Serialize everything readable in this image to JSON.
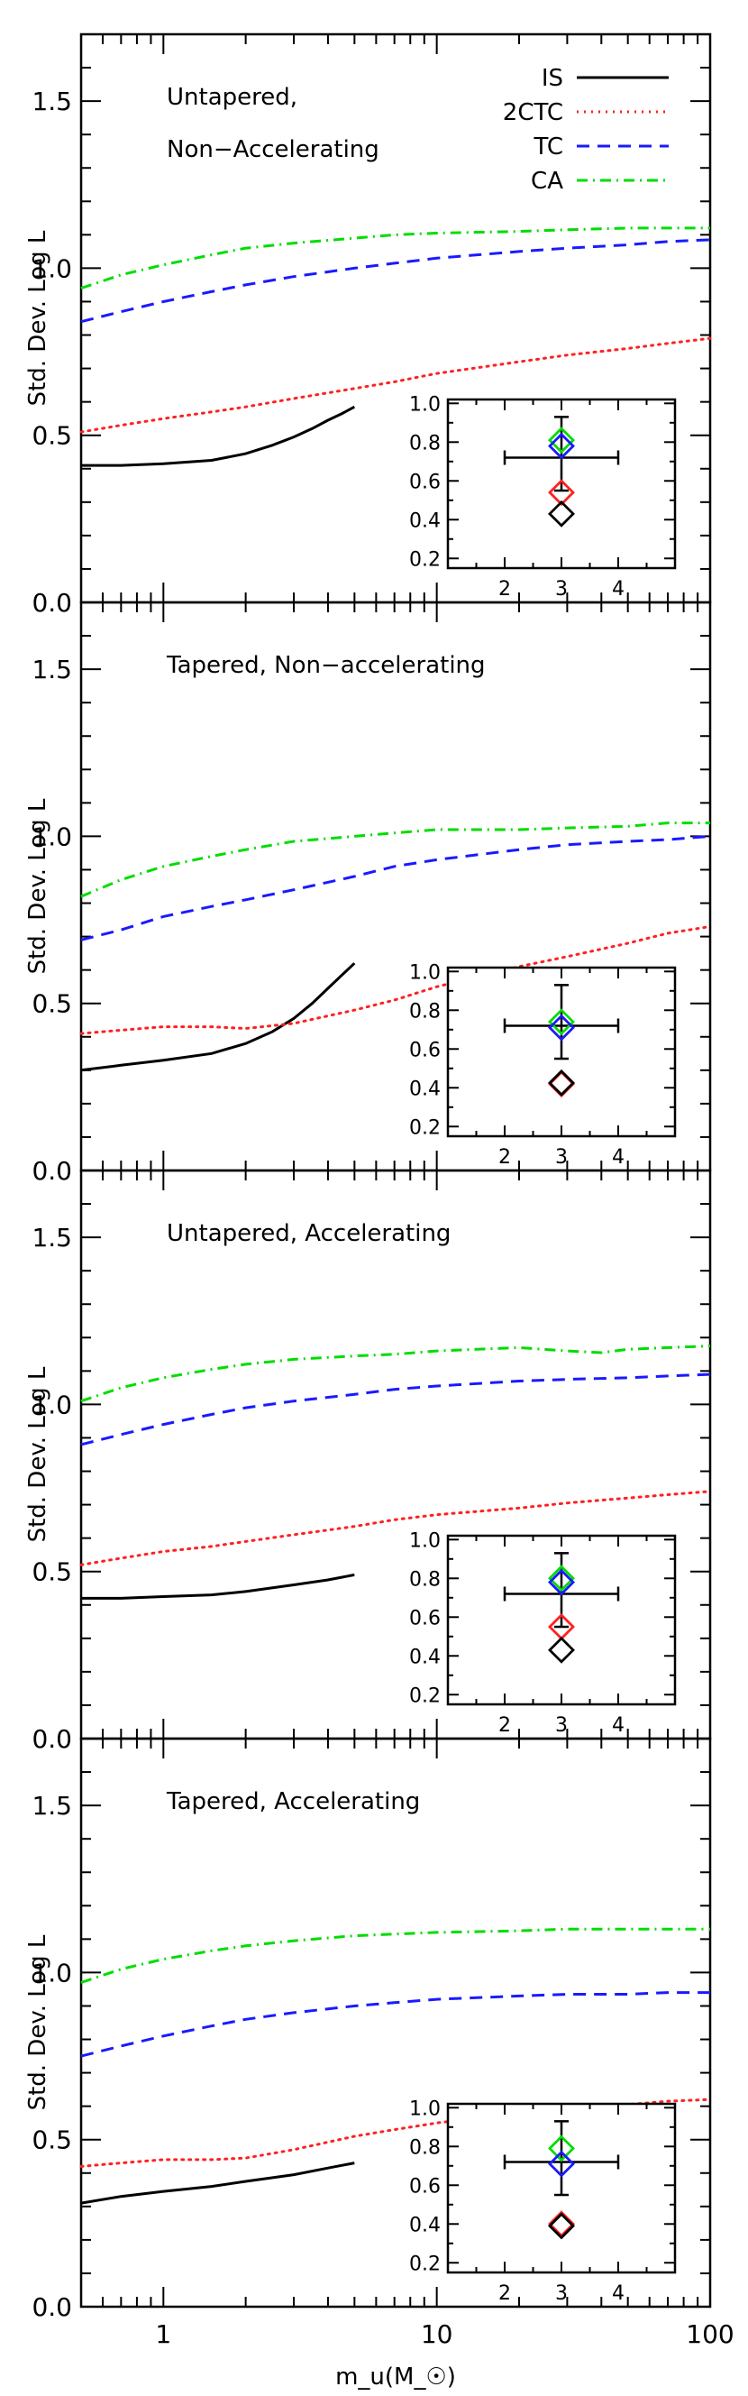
{
  "chart_data": {
    "type": "line",
    "xlabel": "m_u(M_☉)",
    "ylabel": "Std. Dev. Log L",
    "xscale": "log",
    "xlim": [
      0.5,
      100
    ],
    "ylim": [
      0,
      1.7
    ],
    "x_tick_labels": [
      {
        "value": 1,
        "label": "1"
      },
      {
        "value": 10,
        "label": "10"
      },
      {
        "value": 100,
        "label": "100"
      }
    ],
    "y_tick_labels": [
      {
        "value": 0.0,
        "label": "0.0"
      },
      {
        "value": 0.5,
        "label": "0.5"
      },
      {
        "value": 1.0,
        "label": "1.0"
      },
      {
        "value": 1.5,
        "label": "1.5"
      }
    ],
    "legend": {
      "placement": "top-right",
      "entries": [
        {
          "series": "IS",
          "label": "IS",
          "color": "#000000",
          "style": "solid"
        },
        {
          "series": "2CTC",
          "label": "2CTC",
          "color": "#ff2020",
          "style": "dotted"
        },
        {
          "series": "TC",
          "label": "TC",
          "color": "#1a1aff",
          "style": "dashed"
        },
        {
          "series": "CA",
          "label": "CA",
          "color": "#00dd00",
          "style": "dashdot"
        }
      ]
    },
    "inset": {
      "xlim": [
        1,
        5
      ],
      "ylim": [
        0.15,
        1.02
      ],
      "x_ticks": [
        {
          "value": 2,
          "label": "2"
        },
        {
          "value": 3,
          "label": "3"
        },
        {
          "value": 4,
          "label": "4"
        }
      ],
      "y_ticks": [
        {
          "value": 0.2,
          "label": "0.2"
        },
        {
          "value": 0.4,
          "label": "0.4"
        },
        {
          "value": 0.6,
          "label": "0.6"
        },
        {
          "value": 0.8,
          "label": "0.8"
        },
        {
          "value": 1.0,
          "label": "1.0"
        }
      ]
    },
    "panels": [
      {
        "title_lines": [
          "Untapered,",
          "Non−Accelerating"
        ],
        "show_legend": true,
        "series": [
          {
            "name": "IS",
            "x": [
              0.5,
              0.7,
              1.0,
              1.5,
              2.0,
              2.5,
              3.0,
              3.5,
              4.0,
              4.5,
              5.0
            ],
            "y": [
              0.41,
              0.41,
              0.415,
              0.425,
              0.445,
              0.47,
              0.495,
              0.52,
              0.545,
              0.565,
              0.585
            ]
          },
          {
            "name": "2CTC",
            "x": [
              0.5,
              0.7,
              1.0,
              1.5,
              2.0,
              3.0,
              5.0,
              7.0,
              10.0,
              20.0,
              30.0,
              50.0,
              70.0,
              100.0
            ],
            "y": [
              0.51,
              0.53,
              0.55,
              0.57,
              0.585,
              0.61,
              0.64,
              0.66,
              0.685,
              0.72,
              0.74,
              0.76,
              0.775,
              0.79
            ]
          },
          {
            "name": "TC",
            "x": [
              0.5,
              0.7,
              1.0,
              1.5,
              2.0,
              3.0,
              5.0,
              7.0,
              10.0,
              20.0,
              30.0,
              50.0,
              70.0,
              100.0
            ],
            "y": [
              0.84,
              0.87,
              0.9,
              0.93,
              0.95,
              0.975,
              1.0,
              1.015,
              1.03,
              1.05,
              1.06,
              1.07,
              1.08,
              1.085
            ]
          },
          {
            "name": "CA",
            "x": [
              0.5,
              0.7,
              1.0,
              1.5,
              2.0,
              3.0,
              5.0,
              7.0,
              10.0,
              20.0,
              30.0,
              50.0,
              70.0,
              100.0
            ],
            "y": [
              0.94,
              0.98,
              1.01,
              1.04,
              1.06,
              1.075,
              1.09,
              1.1,
              1.105,
              1.11,
              1.115,
              1.12,
              1.12,
              1.12
            ]
          }
        ],
        "inset_points": {
          "x": 3,
          "values": [
            {
              "series": "CA",
              "color": "#00dd00",
              "y": 0.81
            },
            {
              "series": "TC",
              "color": "#1a1aff",
              "y": 0.78
            },
            {
              "series": "2CTC",
              "color": "#ff2020",
              "y": 0.54
            },
            {
              "series": "IS",
              "color": "#000000",
              "y": 0.43
            }
          ],
          "errorbar": {
            "x": 3,
            "y": 0.72,
            "xerr": [
              2.0,
              4.0
            ],
            "yerr": [
              0.55,
              0.93
            ]
          }
        }
      },
      {
        "title_lines": [
          "Tapered, Non−accelerating"
        ],
        "show_legend": false,
        "series": [
          {
            "name": "IS",
            "x": [
              0.5,
              0.7,
              1.0,
              1.5,
              2.0,
              2.5,
              3.0,
              3.5,
              4.0,
              4.5,
              5.0
            ],
            "y": [
              0.3,
              0.315,
              0.33,
              0.35,
              0.38,
              0.415,
              0.455,
              0.5,
              0.545,
              0.585,
              0.62
            ]
          },
          {
            "name": "2CTC",
            "x": [
              0.5,
              0.7,
              1.0,
              1.5,
              2.0,
              3.0,
              5.0,
              7.0,
              10.0,
              20.0,
              30.0,
              50.0,
              70.0,
              100.0
            ],
            "y": [
              0.41,
              0.42,
              0.43,
              0.43,
              0.425,
              0.44,
              0.48,
              0.51,
              0.55,
              0.61,
              0.64,
              0.68,
              0.71,
              0.73
            ]
          },
          {
            "name": "TC",
            "x": [
              0.5,
              0.7,
              1.0,
              1.5,
              2.0,
              3.0,
              5.0,
              7.0,
              10.0,
              20.0,
              30.0,
              50.0,
              70.0,
              100.0
            ],
            "y": [
              0.69,
              0.72,
              0.76,
              0.79,
              0.81,
              0.84,
              0.88,
              0.91,
              0.93,
              0.96,
              0.975,
              0.985,
              0.99,
              1.0
            ]
          },
          {
            "name": "CA",
            "x": [
              0.5,
              0.7,
              1.0,
              1.5,
              2.0,
              3.0,
              5.0,
              7.0,
              10.0,
              20.0,
              30.0,
              50.0,
              70.0,
              100.0
            ],
            "y": [
              0.82,
              0.87,
              0.91,
              0.94,
              0.96,
              0.985,
              1.0,
              1.01,
              1.02,
              1.02,
              1.025,
              1.03,
              1.04,
              1.04
            ]
          }
        ],
        "inset_points": {
          "x": 3,
          "values": [
            {
              "series": "CA",
              "color": "#00dd00",
              "y": 0.74
            },
            {
              "series": "TC",
              "color": "#1a1aff",
              "y": 0.71
            },
            {
              "series": "2CTC",
              "color": "#ff2020",
              "y": 0.42
            },
            {
              "series": "IS",
              "color": "#000000",
              "y": 0.425
            }
          ],
          "errorbar": {
            "x": 3,
            "y": 0.72,
            "xerr": [
              2.0,
              4.0
            ],
            "yerr": [
              0.55,
              0.93
            ]
          }
        }
      },
      {
        "title_lines": [
          "Untapered, Accelerating"
        ],
        "show_legend": false,
        "series": [
          {
            "name": "IS",
            "x": [
              0.5,
              0.7,
              1.0,
              1.5,
              2.0,
              3.0,
              4.0,
              5.0
            ],
            "y": [
              0.42,
              0.42,
              0.425,
              0.43,
              0.44,
              0.46,
              0.475,
              0.49
            ]
          },
          {
            "name": "2CTC",
            "x": [
              0.5,
              0.7,
              1.0,
              1.5,
              2.0,
              3.0,
              5.0,
              7.0,
              10.0,
              20.0,
              30.0,
              50.0,
              70.0,
              100.0
            ],
            "y": [
              0.52,
              0.54,
              0.56,
              0.575,
              0.59,
              0.61,
              0.635,
              0.655,
              0.67,
              0.69,
              0.705,
              0.72,
              0.73,
              0.74
            ]
          },
          {
            "name": "TC",
            "x": [
              0.5,
              0.7,
              1.0,
              1.5,
              2.0,
              3.0,
              5.0,
              7.0,
              10.0,
              20.0,
              30.0,
              50.0,
              70.0,
              100.0
            ],
            "y": [
              0.88,
              0.91,
              0.94,
              0.97,
              0.99,
              1.01,
              1.03,
              1.045,
              1.055,
              1.07,
              1.075,
              1.08,
              1.085,
              1.09
            ]
          },
          {
            "name": "CA",
            "x": [
              0.5,
              0.7,
              1.0,
              1.5,
              2.0,
              3.0,
              5.0,
              7.0,
              10.0,
              20.0,
              30.0,
              40.0,
              50.0,
              70.0,
              100.0
            ],
            "y": [
              1.01,
              1.05,
              1.08,
              1.105,
              1.12,
              1.135,
              1.145,
              1.15,
              1.16,
              1.17,
              1.16,
              1.155,
              1.165,
              1.17,
              1.175
            ]
          }
        ],
        "inset_points": {
          "x": 3,
          "values": [
            {
              "series": "CA",
              "color": "#00dd00",
              "y": 0.8
            },
            {
              "series": "TC",
              "color": "#1a1aff",
              "y": 0.78
            },
            {
              "series": "2CTC",
              "color": "#ff2020",
              "y": 0.55
            },
            {
              "series": "IS",
              "color": "#000000",
              "y": 0.43
            }
          ],
          "errorbar": {
            "x": 3,
            "y": 0.72,
            "xerr": [
              2.0,
              4.0
            ],
            "yerr": [
              0.55,
              0.93
            ]
          }
        }
      },
      {
        "title_lines": [
          "Tapered, Accelerating"
        ],
        "show_legend": false,
        "series": [
          {
            "name": "IS",
            "x": [
              0.5,
              0.7,
              1.0,
              1.5,
              2.0,
              3.0,
              4.0,
              5.0
            ],
            "y": [
              0.31,
              0.33,
              0.345,
              0.36,
              0.375,
              0.395,
              0.415,
              0.43
            ]
          },
          {
            "name": "2CTC",
            "x": [
              0.5,
              0.7,
              1.0,
              1.5,
              2.0,
              3.0,
              5.0,
              7.0,
              10.0,
              20.0,
              30.0,
              50.0,
              70.0,
              100.0
            ],
            "y": [
              0.42,
              0.43,
              0.44,
              0.44,
              0.445,
              0.47,
              0.51,
              0.53,
              0.55,
              0.58,
              0.595,
              0.605,
              0.615,
              0.62
            ]
          },
          {
            "name": "TC",
            "x": [
              0.5,
              0.7,
              1.0,
              1.5,
              2.0,
              3.0,
              5.0,
              7.0,
              10.0,
              20.0,
              30.0,
              50.0,
              70.0,
              100.0
            ],
            "y": [
              0.75,
              0.78,
              0.81,
              0.84,
              0.86,
              0.88,
              0.9,
              0.91,
              0.92,
              0.93,
              0.935,
              0.935,
              0.94,
              0.94
            ]
          },
          {
            "name": "CA",
            "x": [
              0.5,
              0.7,
              1.0,
              1.5,
              2.0,
              3.0,
              5.0,
              7.0,
              10.0,
              20.0,
              30.0,
              50.0,
              70.0,
              100.0
            ],
            "y": [
              0.97,
              1.01,
              1.04,
              1.065,
              1.08,
              1.095,
              1.11,
              1.115,
              1.12,
              1.125,
              1.13,
              1.13,
              1.13,
              1.13
            ]
          }
        ],
        "inset_points": {
          "x": 3,
          "values": [
            {
              "series": "CA",
              "color": "#00dd00",
              "y": 0.79
            },
            {
              "series": "TC",
              "color": "#1a1aff",
              "y": 0.71
            },
            {
              "series": "2CTC",
              "color": "#ff2020",
              "y": 0.4
            },
            {
              "series": "IS",
              "color": "#000000",
              "y": 0.39
            }
          ],
          "errorbar": {
            "x": 3,
            "y": 0.72,
            "xerr": [
              2.0,
              4.0
            ],
            "yerr": [
              0.55,
              0.93
            ]
          }
        }
      }
    ]
  }
}
